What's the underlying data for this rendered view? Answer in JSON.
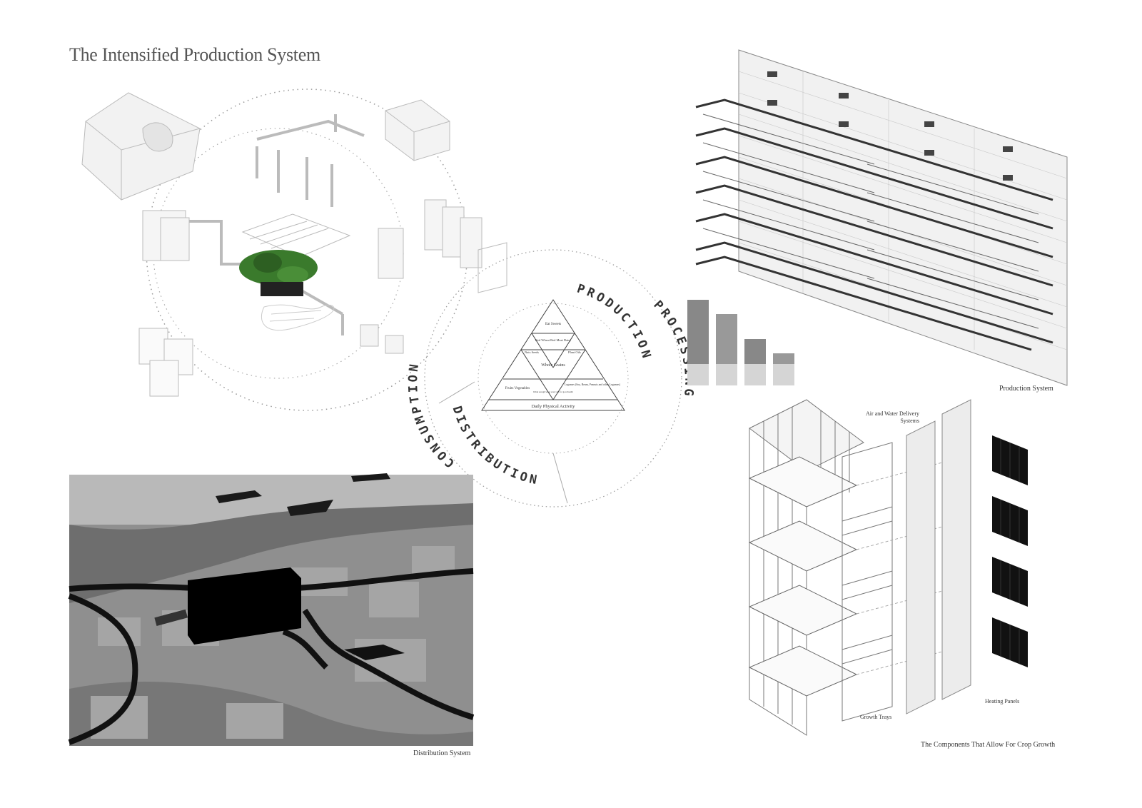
{
  "page": {
    "title": "The Intensified Production System"
  },
  "cycle": {
    "stages": [
      "PRODUCTION",
      "PROCESSING",
      "DISTRIBUTION",
      "CONSUMPTION"
    ]
  },
  "pyramid": {
    "top": "Eat Sweets",
    "tier2_center": "Red Wheat Red Meat Dairy",
    "tier2_left": "Nuts Seeds",
    "tier2_right": "Plant Oils",
    "tier3_center": "Whole Grains",
    "tier4_left": "Fruits Vegetables",
    "tier4_right": "Legumes (Soy, Beans, Peanuts and other Legumes)",
    "tier4_center": "Drink enough water every day for good health",
    "base": "Daily Physical Activity"
  },
  "captions": {
    "production_system": "Production System",
    "distribution_system": "Distribution System",
    "components": "The Components That Allow For Crop Growth"
  },
  "labels": {
    "air_water": "Air and Water Delivery Systems",
    "growth_trays": "Growth Trays",
    "heating_panels": "Heating Panels"
  },
  "colors": {
    "ink": "#333333",
    "ring": "#9a9a9a",
    "panel": "#111111"
  }
}
